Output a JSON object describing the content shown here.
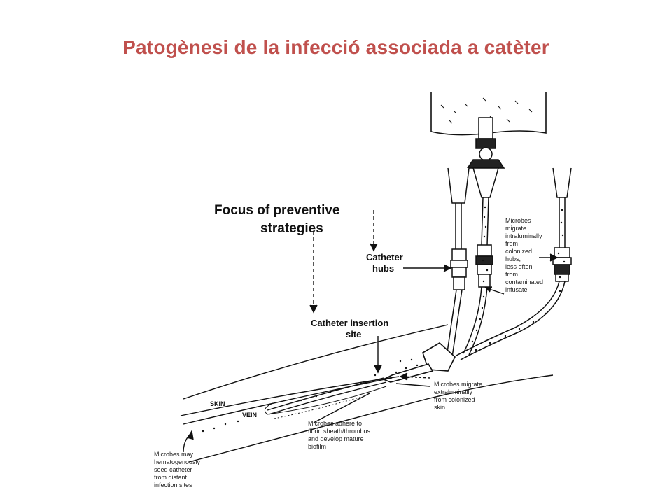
{
  "slide": {
    "title": "Patogènesi de la infecció associada a catèter"
  },
  "figure": {
    "focus_heading_line1": "Focus of preventive",
    "focus_heading_line2": "strategies",
    "catheter_hubs_line1": "Catheter",
    "catheter_hubs_line2": "hubs",
    "insertion_site_line1": "Catheter insertion",
    "insertion_site_line2": "site",
    "skin_label": "SKIN",
    "vein_label": "VEIN",
    "intraluminal_note": [
      "Microbes",
      "migrate",
      "intraluminally",
      "from",
      "colonized",
      "hubs,",
      "less often",
      "from",
      "contaminated",
      "infusate"
    ],
    "extraluminal_note": [
      "Microbes migrate",
      "extraluminally",
      "from colonized",
      "skin"
    ],
    "fibrin_note": [
      "Microbes adhere to",
      "fibrin sheath/thrombus",
      "and develop mature",
      "biofilm"
    ],
    "hematogenous_note": [
      "Microbes may",
      "hematogenously",
      "seed catheter",
      "from distant",
      "infection sites"
    ]
  }
}
